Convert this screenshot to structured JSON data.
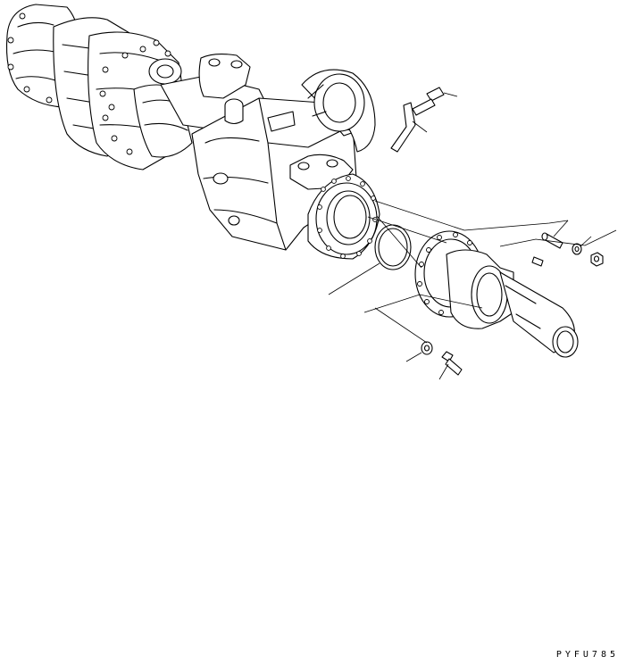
{
  "figure": {
    "code": "PYFU785"
  },
  "icons": {
    "axle_assembly": "axle-housing-drawing",
    "o_ring": "o-ring-drawing",
    "spindle": "axle-shaft-spindle-drawing",
    "bolt": "bolt-drawing",
    "washer": "washer-drawing",
    "nut": "nut-drawing",
    "pin": "dowel-pin-drawing",
    "bracket": "hook-bracket-drawing"
  }
}
